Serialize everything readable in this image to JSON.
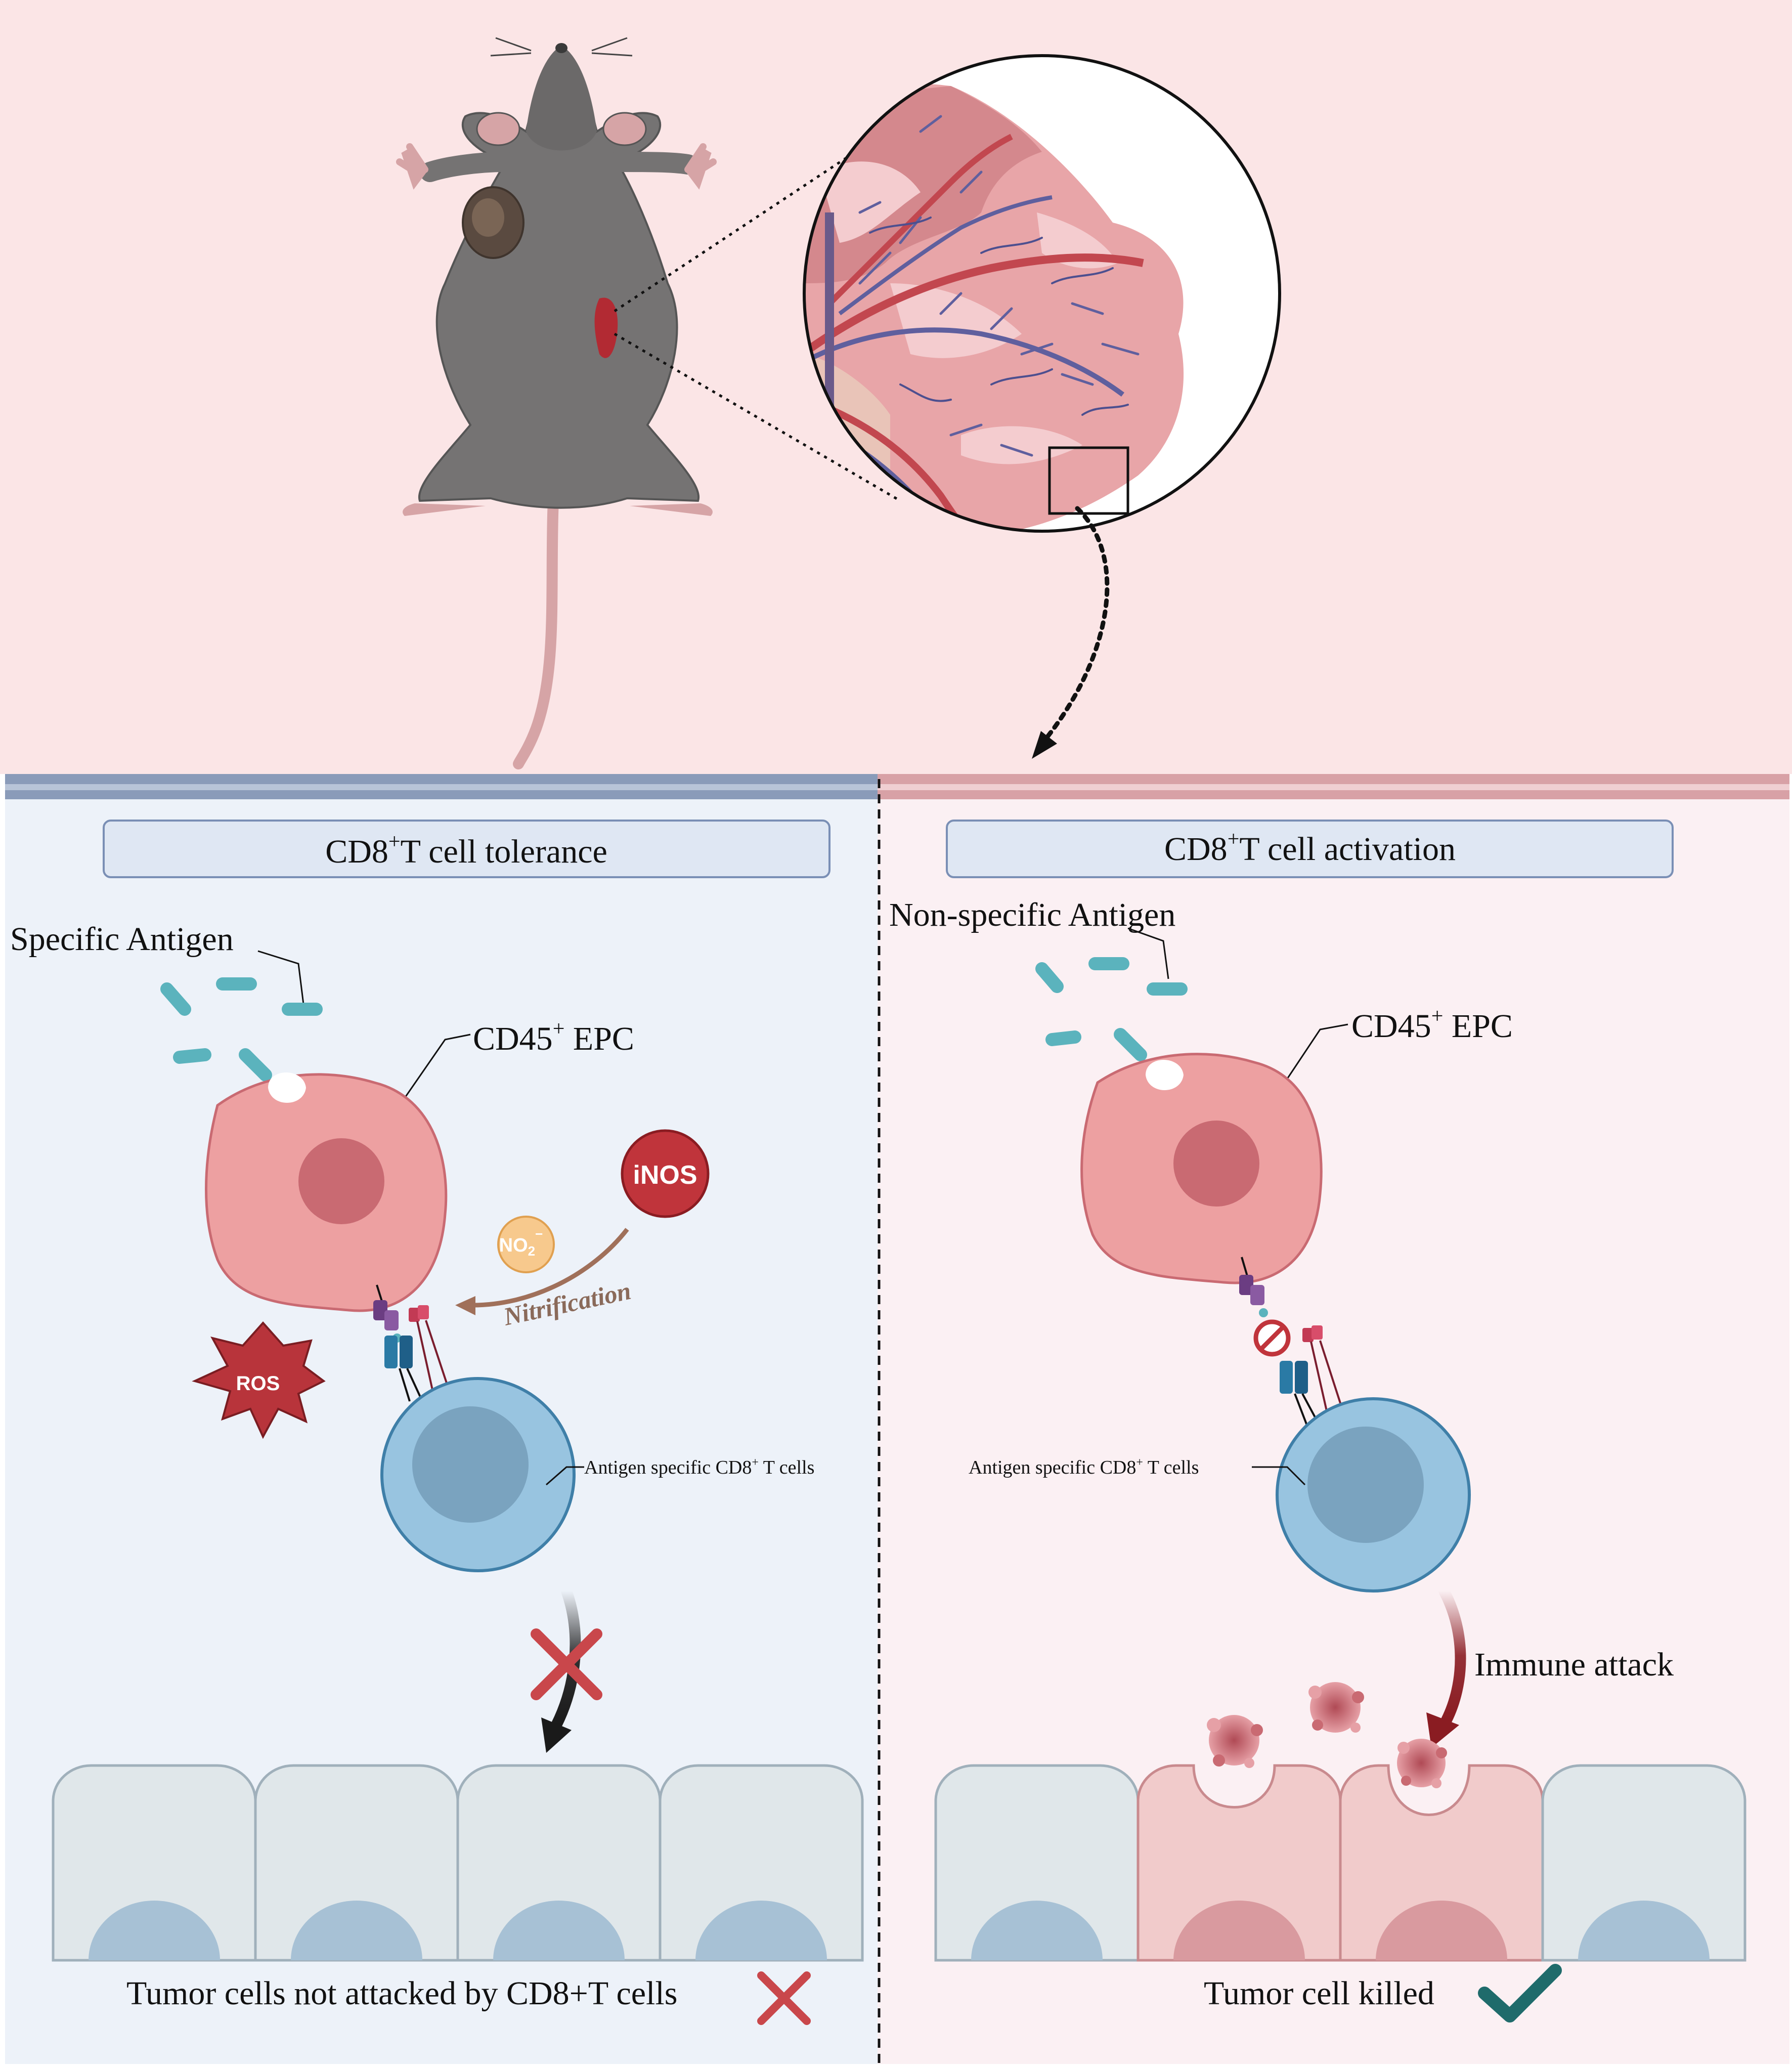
{
  "colors": {
    "top_bg": "#fbe5e6",
    "left_bg": "#edf2f9",
    "right_bg": "#fbf0f3",
    "left_bar": "#8a9bb9",
    "right_bar": "#d8a1a6",
    "epc": "#eda0a1",
    "epc_nucleus": "#c96a72",
    "tcell": "#98c4e0",
    "tcell_nucleus": "#7aa3bf",
    "antigen": "#5bb3bd",
    "inos": "#c0343b",
    "no2": "#f7c98d",
    "ros": "#b8343b",
    "cross": "#c9474b",
    "check": "#1f6b6b",
    "attack_arrow": "#8a1c22"
  },
  "icons": {
    "mouse": "mouse-illustration",
    "zoom": "tissue-magnifier",
    "ros": "burst-icon",
    "block": "prohibited-icon",
    "cross": "cross-icon",
    "check": "check-icon"
  },
  "left": {
    "title_base": "CD8",
    "title_sup": "+",
    "title_rest": "T cell tolerance",
    "antigen_label": "Specific Antigen",
    "epc_label_base": "CD45",
    "epc_label_sup": "+",
    "epc_label_rest": " EPC",
    "inos_label": "iNOS",
    "no2_base": "NO",
    "no2_sub": "2",
    "no2_sup": "−",
    "nitrification_label": "Nitrification",
    "ros_label": "ROS",
    "tcell_label_base": "Antigen specific  CD8",
    "tcell_label_sup": "+",
    "tcell_label_rest": " T cells",
    "result_label": "Tumor cells not attacked by CD8+T cells"
  },
  "right": {
    "title_base": "CD8",
    "title_sup": "+",
    "title_rest": "T cell activation",
    "antigen_label": "Non-specific Antigen",
    "epc_label_base": "CD45",
    "epc_label_sup": "+",
    "epc_label_rest": " EPC",
    "tcell_label_base": "Antigen specific  CD8",
    "tcell_label_sup": "+",
    "tcell_label_rest": " T cells",
    "attack_label": "Immune attack",
    "result_label": "Tumor cell killed"
  }
}
